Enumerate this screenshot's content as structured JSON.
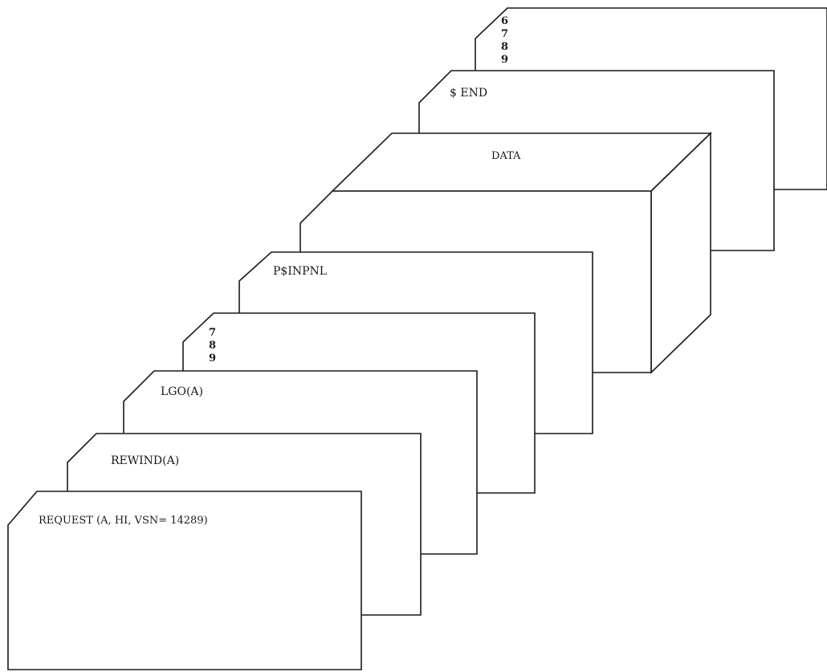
{
  "deck": {
    "cards": [
      {
        "id": "multipunch-end",
        "lines": [
          "6",
          "7",
          "8",
          "9"
        ]
      },
      {
        "id": "end-card",
        "label": "$ END"
      },
      {
        "id": "data-block",
        "label": "DATA"
      },
      {
        "id": "psinpnl-card",
        "label": "P$INPNL"
      },
      {
        "id": "multipunch-789",
        "lines": [
          "7",
          "8",
          "9"
        ]
      },
      {
        "id": "lgo-card",
        "label": "LGO(A)"
      },
      {
        "id": "rewind-card",
        "label": "REWIND(A)"
      },
      {
        "id": "request-card",
        "label": "REQUEST (A, HI, VSN= 14289)"
      }
    ]
  }
}
